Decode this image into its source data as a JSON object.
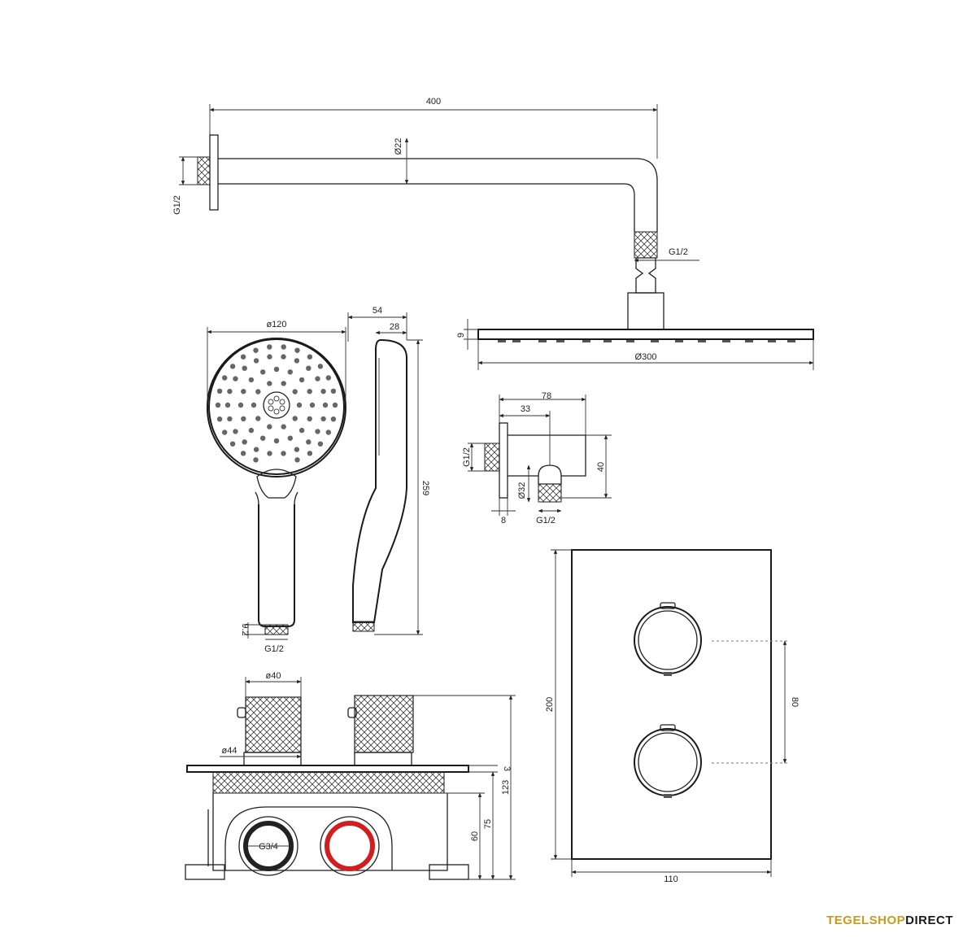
{
  "dimensions": {
    "arm_length": "400",
    "arm_diameter": "Ø22",
    "wall_thread": "G1/2",
    "arm_outlet_thread": "G1/2",
    "head_thickness": "9",
    "head_diameter": "Ø300",
    "hand_diameter": "ø120",
    "hand_depth": "54",
    "hand_handle_depth": "28",
    "hand_length": "259",
    "hand_thread_len": "9.2",
    "hand_thread": "G1/2",
    "outlet_width": "78",
    "outlet_offset": "33",
    "outlet_height": "40",
    "outlet_inlet": "G1/2",
    "outlet_diameter": "Ø32",
    "outlet_plate": "8",
    "outlet_connection": "G1/2",
    "knob_diameter": "ø40",
    "knob_base_diameter": "ø44",
    "box_plate": "3",
    "box_total": "123",
    "box_depth_75": "75",
    "box_depth_60": "60",
    "box_connection": "G3/4",
    "panel_height": "200",
    "panel_width": "110",
    "knob_spacing": "80"
  },
  "brand": {
    "part1": "TEGELSHOP",
    "part2": "DIRECT",
    "color_gold": "#c99a1c",
    "color_dark": "#1a1a1a"
  },
  "colors": {
    "hot_ring": "#d11f1f",
    "cold_ring": "#222222"
  }
}
